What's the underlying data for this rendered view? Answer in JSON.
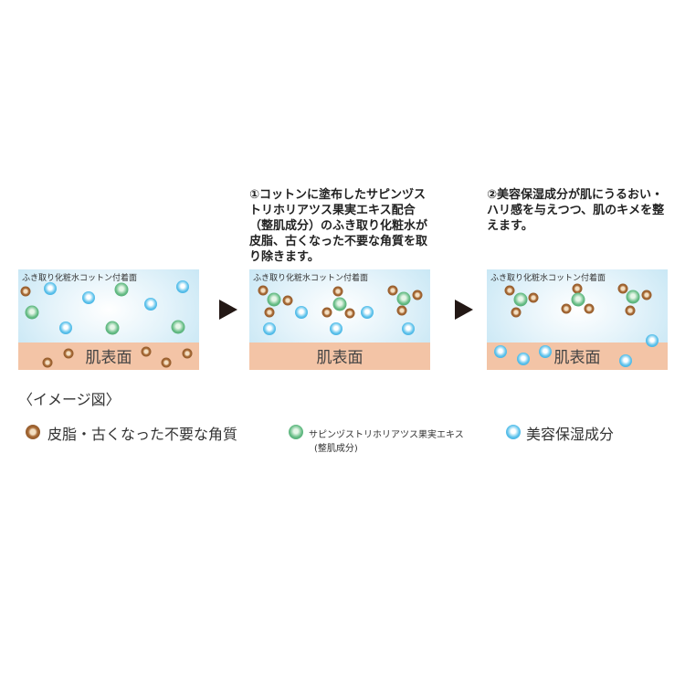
{
  "steps": [
    {
      "text": "①コットンに塗布したサピンヅストリホリアツス果実エキス配合（整肌成分）のふき取り化粧水が皮脂、古くなった不要な角質を取り除きます。"
    },
    {
      "text": "②美容保湿成分が肌にうるおい・ハリ感を与えつつ、肌のキメを整えます。"
    }
  ],
  "panels": [
    {
      "cotton_label": "ふき取り化粧水コットン付着面",
      "skin_label": "肌表面"
    },
    {
      "cotton_label": "ふき取り化粧水コットン付着面",
      "skin_label": "肌表面"
    },
    {
      "cotton_label": "ふき取り化粧水コットン付着面",
      "skin_label": "肌表面"
    }
  ],
  "caption": "〈イメージ図〉",
  "legend": {
    "brown": "皮脂・古くなった不要な角質",
    "green": "サピンヅストリホリアツス果実エキス",
    "green_sub": "(整肌成分)",
    "blue": "美容保湿成分"
  },
  "colors": {
    "brown": "#8a5a2b",
    "green": "#4fae74",
    "blue": "#3fb0e2",
    "skin": "#f3c4a6",
    "cotton": "#bfe3f3"
  }
}
